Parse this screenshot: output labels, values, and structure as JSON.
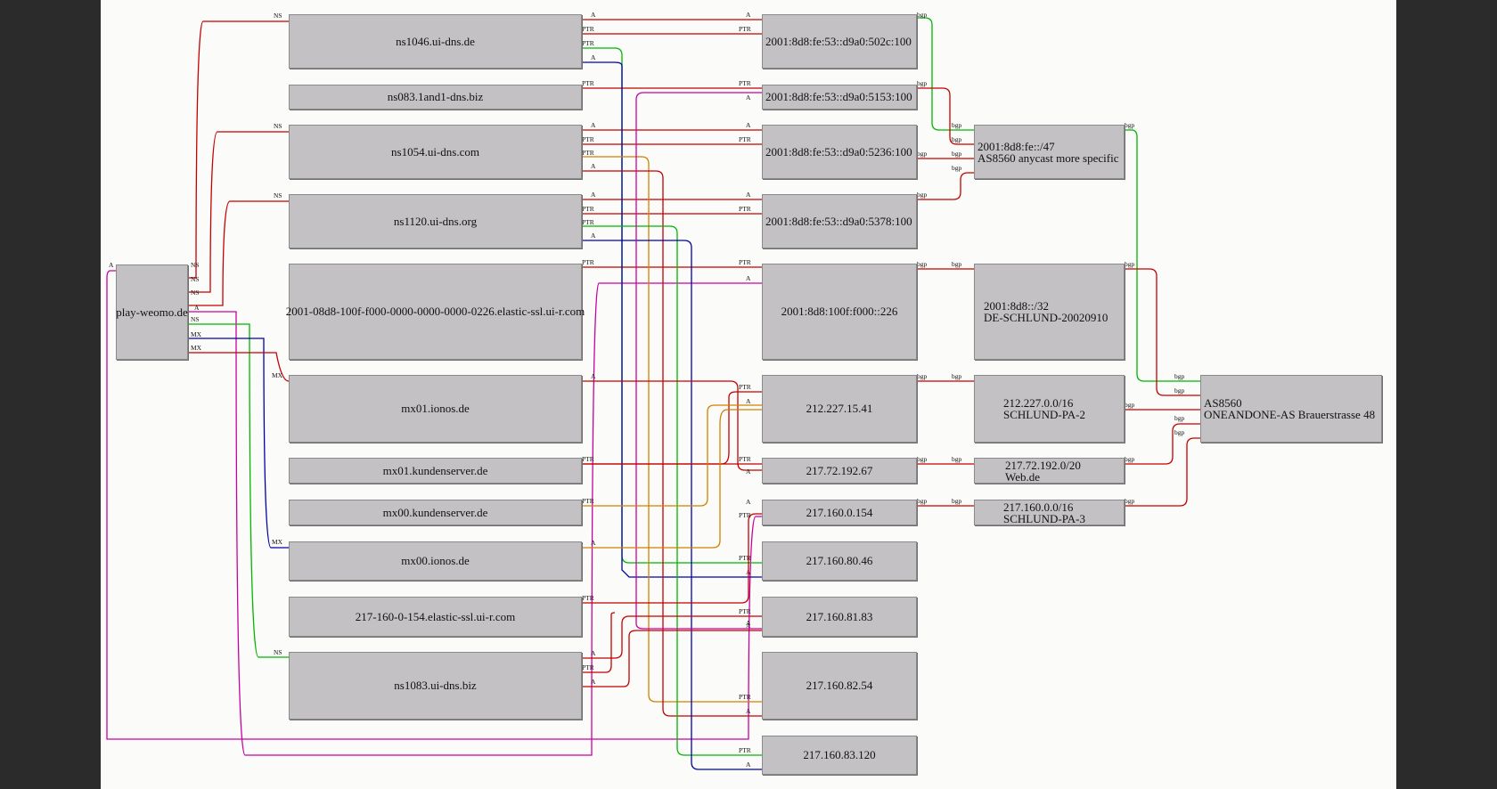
{
  "nodes": {
    "play": "play-weomo.de",
    "ns1046": "ns1046.ui-dns.de",
    "ns083": "ns083.1and1-dns.biz",
    "ns1054": "ns1054.ui-dns.com",
    "ns1120": "ns1120.ui-dns.org",
    "elastic2001": "2001-08d8-100f-f000-0000-0000-0000-0226.elastic-ssl.ui-r.com",
    "mx01ionos": "mx01.ionos.de",
    "mx01kund": "mx01.kundenserver.de",
    "mx00kund": "mx00.kundenserver.de",
    "mx00ionos": "mx00.ionos.de",
    "elastic217": "217-160-0-154.elastic-ssl.ui-r.com",
    "ns1083": "ns1083.ui-dns.biz",
    "ip502c": "2001:8d8:fe:53::d9a0:502c:100",
    "ip5153": "2001:8d8:fe:53::d9a0:5153:100",
    "ip5236": "2001:8d8:fe:53::d9a0:5236:100",
    "ip5378": "2001:8d8:fe:53::d9a0:5378:100",
    "ip226": "2001:8d8:100f:f000::226",
    "ip21222715": "212.227.15.41",
    "ip21772192": "217.72.192.67",
    "ip2171600": "217.160.0.154",
    "ip21716080": "217.160.80.46",
    "ip21716081": "217.160.81.83",
    "ip21716082": "217.160.82.54",
    "ip21716083": "217.160.83.120",
    "pfx47": "2001:8d8:fe::/47\nAS8560 anycast more specific",
    "pfx32": "2001:8d8::/32\nDE-SCHLUND-20020910",
    "pfx212": "212.227.0.0/16\nSCHLUND-PA-2",
    "pfx21772": "217.72.192.0/20\nWeb.de",
    "pfx217160": "217.160.0.0/16\nSCHLUND-PA-3",
    "as8560": "AS8560\nONEANDONE-AS Brauerstrasse 48"
  },
  "edge_labels": {
    "ns": "NS",
    "a": "A",
    "mx": "MX",
    "ptr": "PTR",
    "bgp": "bgp"
  },
  "colors": {
    "red": "#c40000",
    "green": "#00b400",
    "blue": "#0000a8",
    "magenta": "#c800a0",
    "orange": "#d08000"
  }
}
